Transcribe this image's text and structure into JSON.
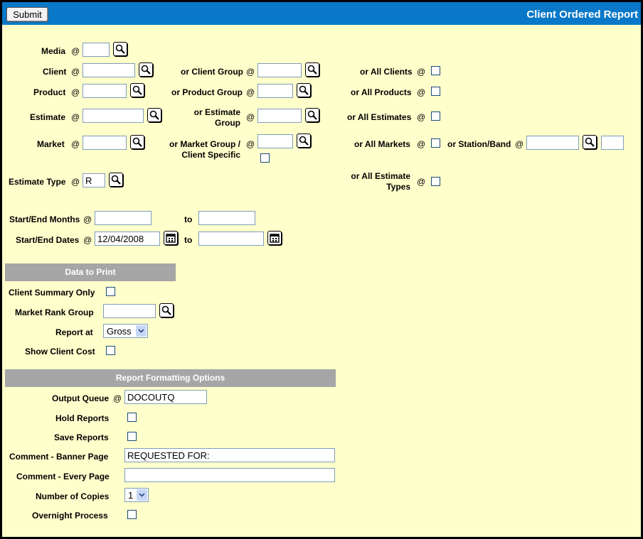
{
  "header": {
    "submit_label": "Submit",
    "title": "Client Ordered Report"
  },
  "at_symbol": "@",
  "filters": {
    "media": {
      "label": "Media",
      "value": ""
    },
    "client": {
      "label": "Client",
      "value": "",
      "group_label": "or Client Group",
      "all_label": "or All Clients"
    },
    "product": {
      "label": "Product",
      "value": "",
      "group_label": "or Product Group",
      "all_label": "or All Products"
    },
    "estimate": {
      "label": "Estimate",
      "value": "",
      "group_label_line1": "or Estimate",
      "group_label_line2": "Group",
      "all_label": "or All Estimates"
    },
    "market": {
      "label": "Market",
      "value": "",
      "group_label_line1": "or Market Group /",
      "group_label_line2": "Client Specific",
      "all_label": "or All Markets",
      "station_label": "or Station/Band"
    },
    "estimate_type": {
      "label": "Estimate Type",
      "value": "R",
      "all_label_line1": "or All Estimate",
      "all_label_line2": "Types"
    },
    "start_end_months": {
      "label": "Start/End Months",
      "start": "",
      "to_label": "to",
      "end": ""
    },
    "start_end_dates": {
      "label": "Start/End Dates",
      "start": "12/04/2008",
      "to_label": "to",
      "end": ""
    }
  },
  "data_to_print": {
    "heading": "Data to Print",
    "client_summary_only": "Client Summary Only",
    "market_rank_group": {
      "label": "Market Rank Group",
      "value": ""
    },
    "report_at": {
      "label": "Report at",
      "selected": "Gross"
    },
    "show_client_cost": "Show Client Cost"
  },
  "formatting": {
    "heading": "Report Formatting Options",
    "output_queue": {
      "label": "Output Queue",
      "value": "DOCOUTQ"
    },
    "hold_reports": "Hold Reports",
    "save_reports": "Save Reports",
    "comment_banner": {
      "label": "Comment - Banner Page",
      "value": "REQUESTED FOR:"
    },
    "comment_every": {
      "label": "Comment - Every Page",
      "value": ""
    },
    "copies": {
      "label": "Number of Copies",
      "selected": "1"
    },
    "overnight": "Overnight Process"
  },
  "icons": {
    "lookup": "magnifier-lookup-icon",
    "calendar": "calendar-icon",
    "dropdown": "chevron-down-icon"
  },
  "colors": {
    "header_bg": "#0a78c8",
    "form_bg": "#ffffcc",
    "section_bg": "#a6a6a6"
  }
}
